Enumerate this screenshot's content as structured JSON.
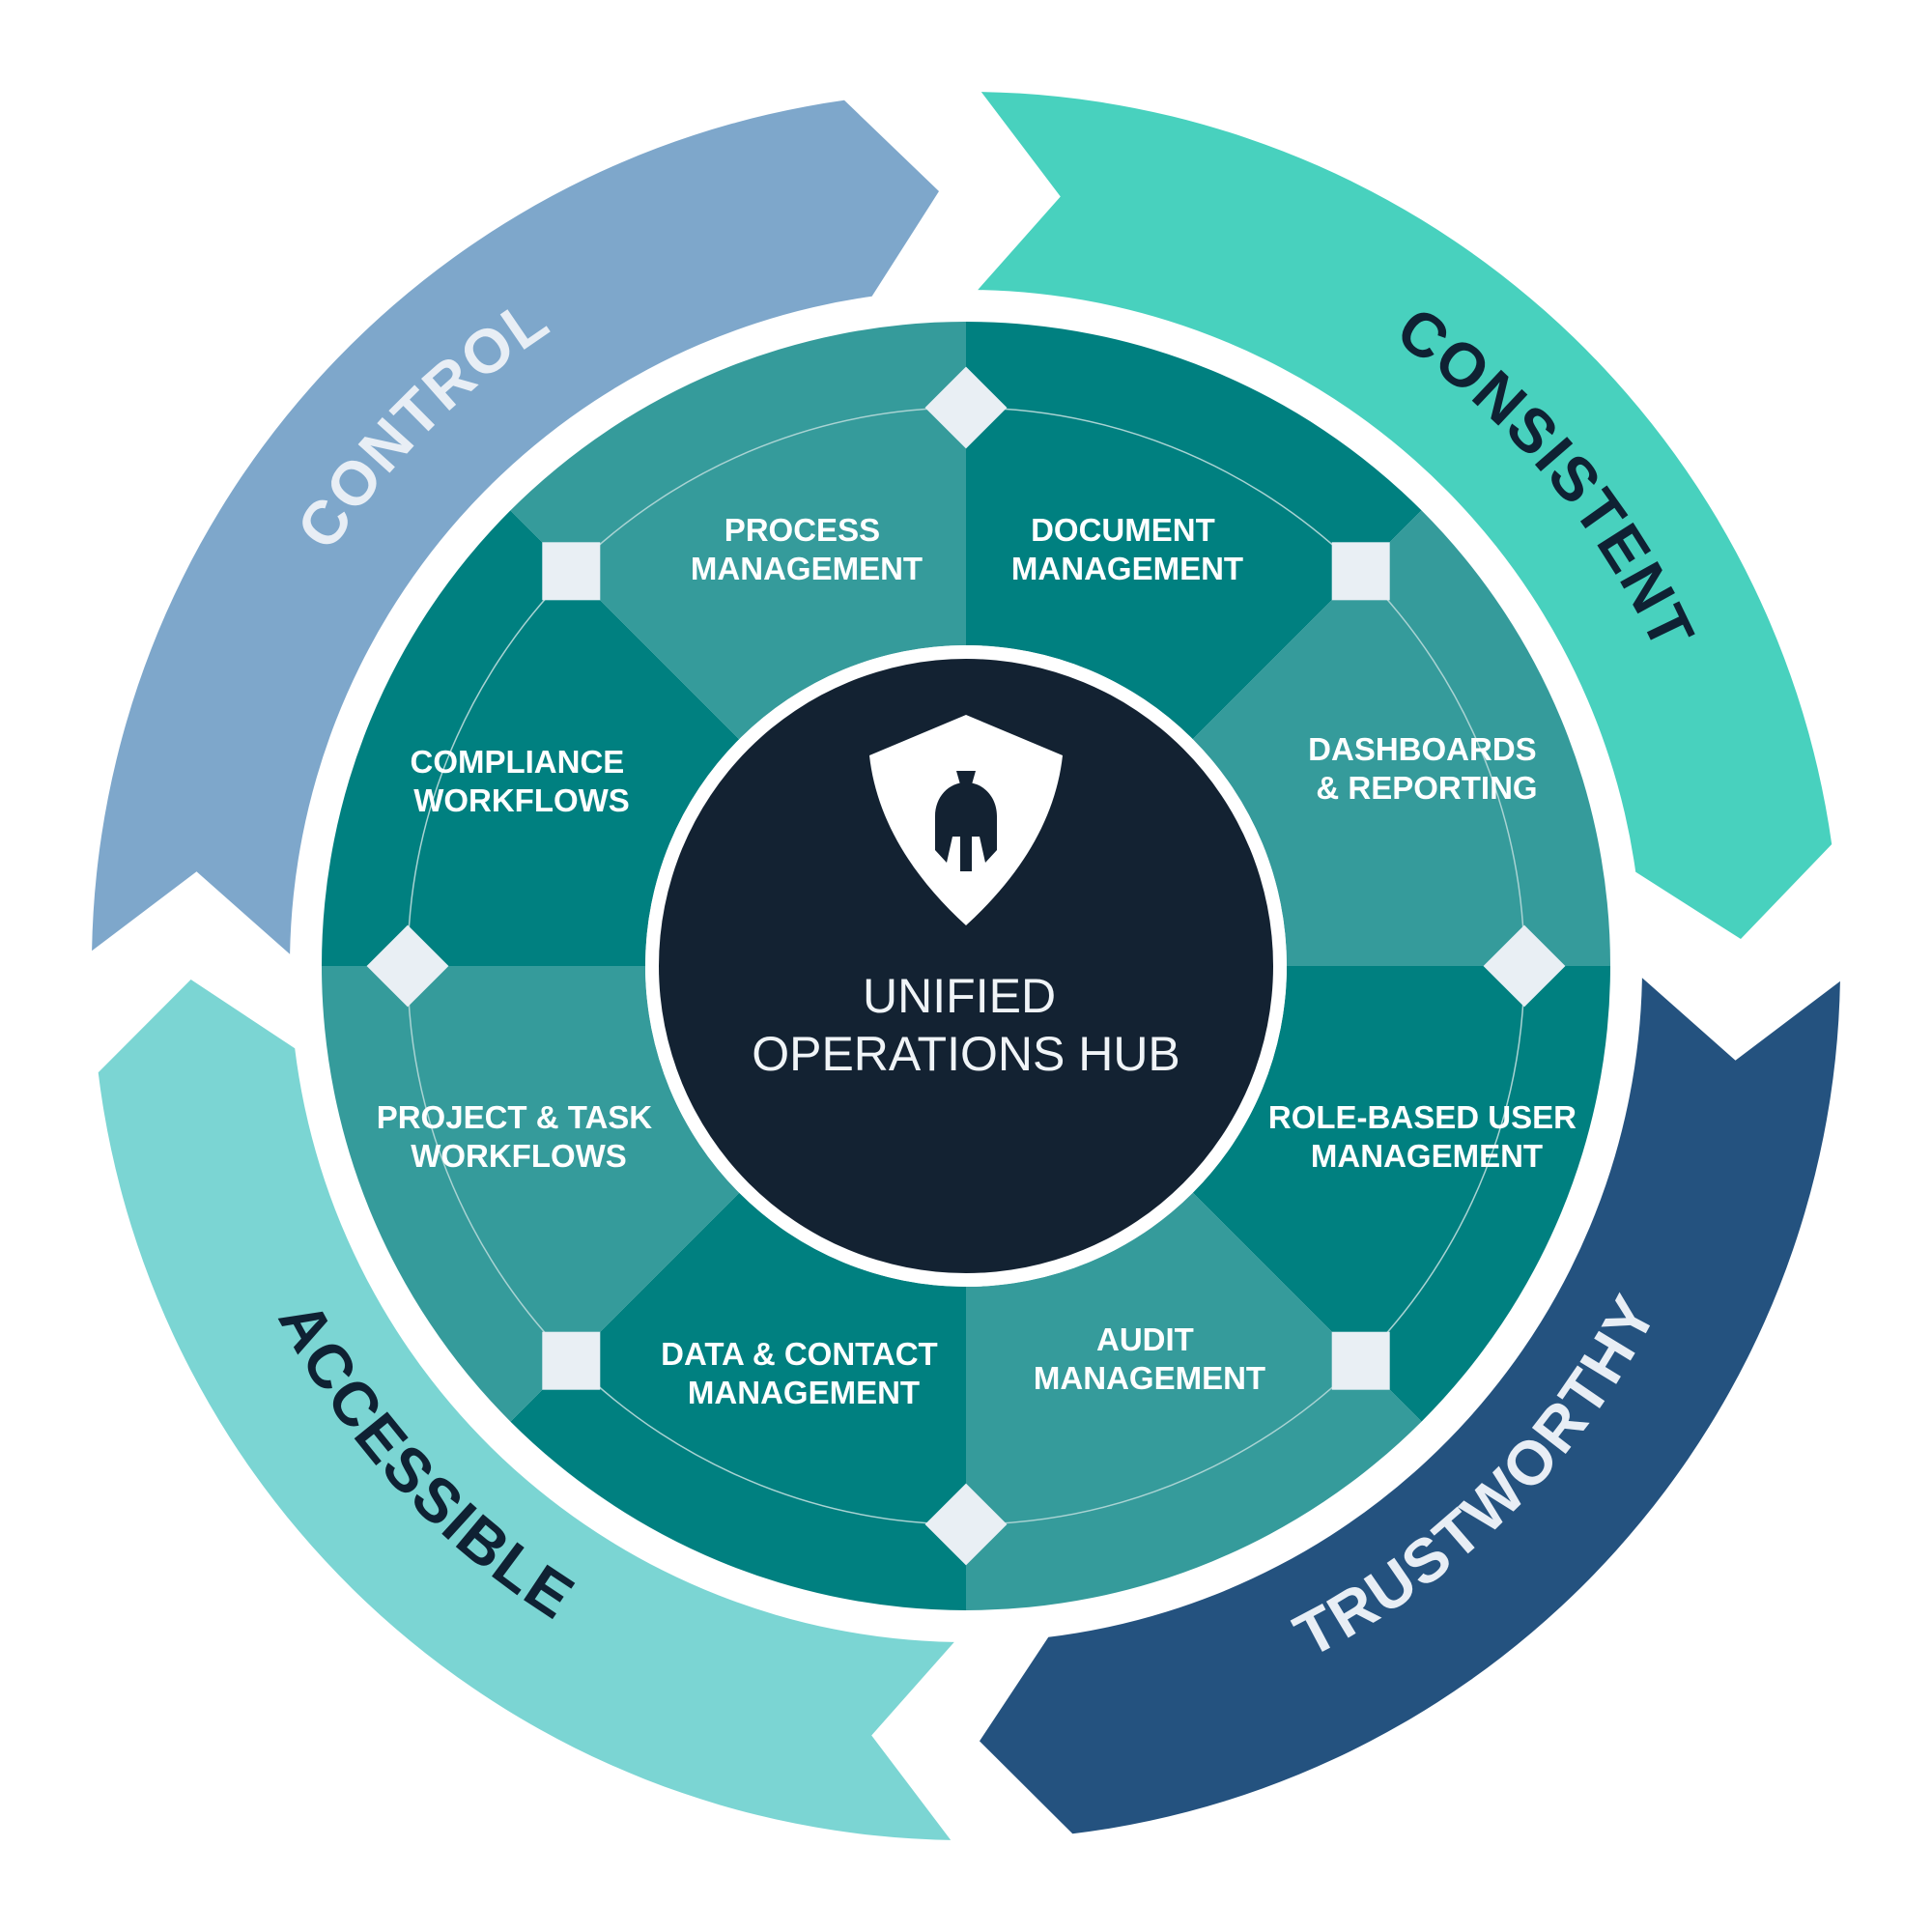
{
  "hub": {
    "title_line1": "UNIFIED",
    "title_line2": "OPERATIONS HUB",
    "icon": "spartan-helmet-shield-icon"
  },
  "segments": [
    {
      "line1": "PROCESS",
      "line2": "MANAGEMENT"
    },
    {
      "line1": "DOCUMENT",
      "line2": "MANAGEMENT"
    },
    {
      "line1": "DASHBOARDS",
      "line2": "& REPORTING"
    },
    {
      "line1": "ROLE-BASED USER",
      "line2": "MANAGEMENT"
    },
    {
      "line1": "AUDIT",
      "line2": "MANAGEMENT"
    },
    {
      "line1": "DATA & CONTACT",
      "line2": "MANAGEMENT"
    },
    {
      "line1": "PROJECT & TASK",
      "line2": "WORKFLOWS"
    },
    {
      "line1": "COMPLIANCE",
      "line2": "WORKFLOWS"
    }
  ],
  "cycle": [
    {
      "label": "CONSISTENT",
      "color": "#48d1be",
      "text_color": "#0f2133"
    },
    {
      "label": "TRUSTWORTHY",
      "color": "#24527f",
      "text_color": "#e8eef5"
    },
    {
      "label": "ACCESSIBLE",
      "color": "#7bd5d3",
      "text_color": "#0f2133"
    },
    {
      "label": "CONTROL",
      "color": "#7ea7cb",
      "text_color": "#e8eef5"
    }
  ],
  "colors": {
    "segment_dark": "#008080",
    "segment_light": "#359b9b",
    "hub": "#132232",
    "marker": "#e9eff4"
  }
}
